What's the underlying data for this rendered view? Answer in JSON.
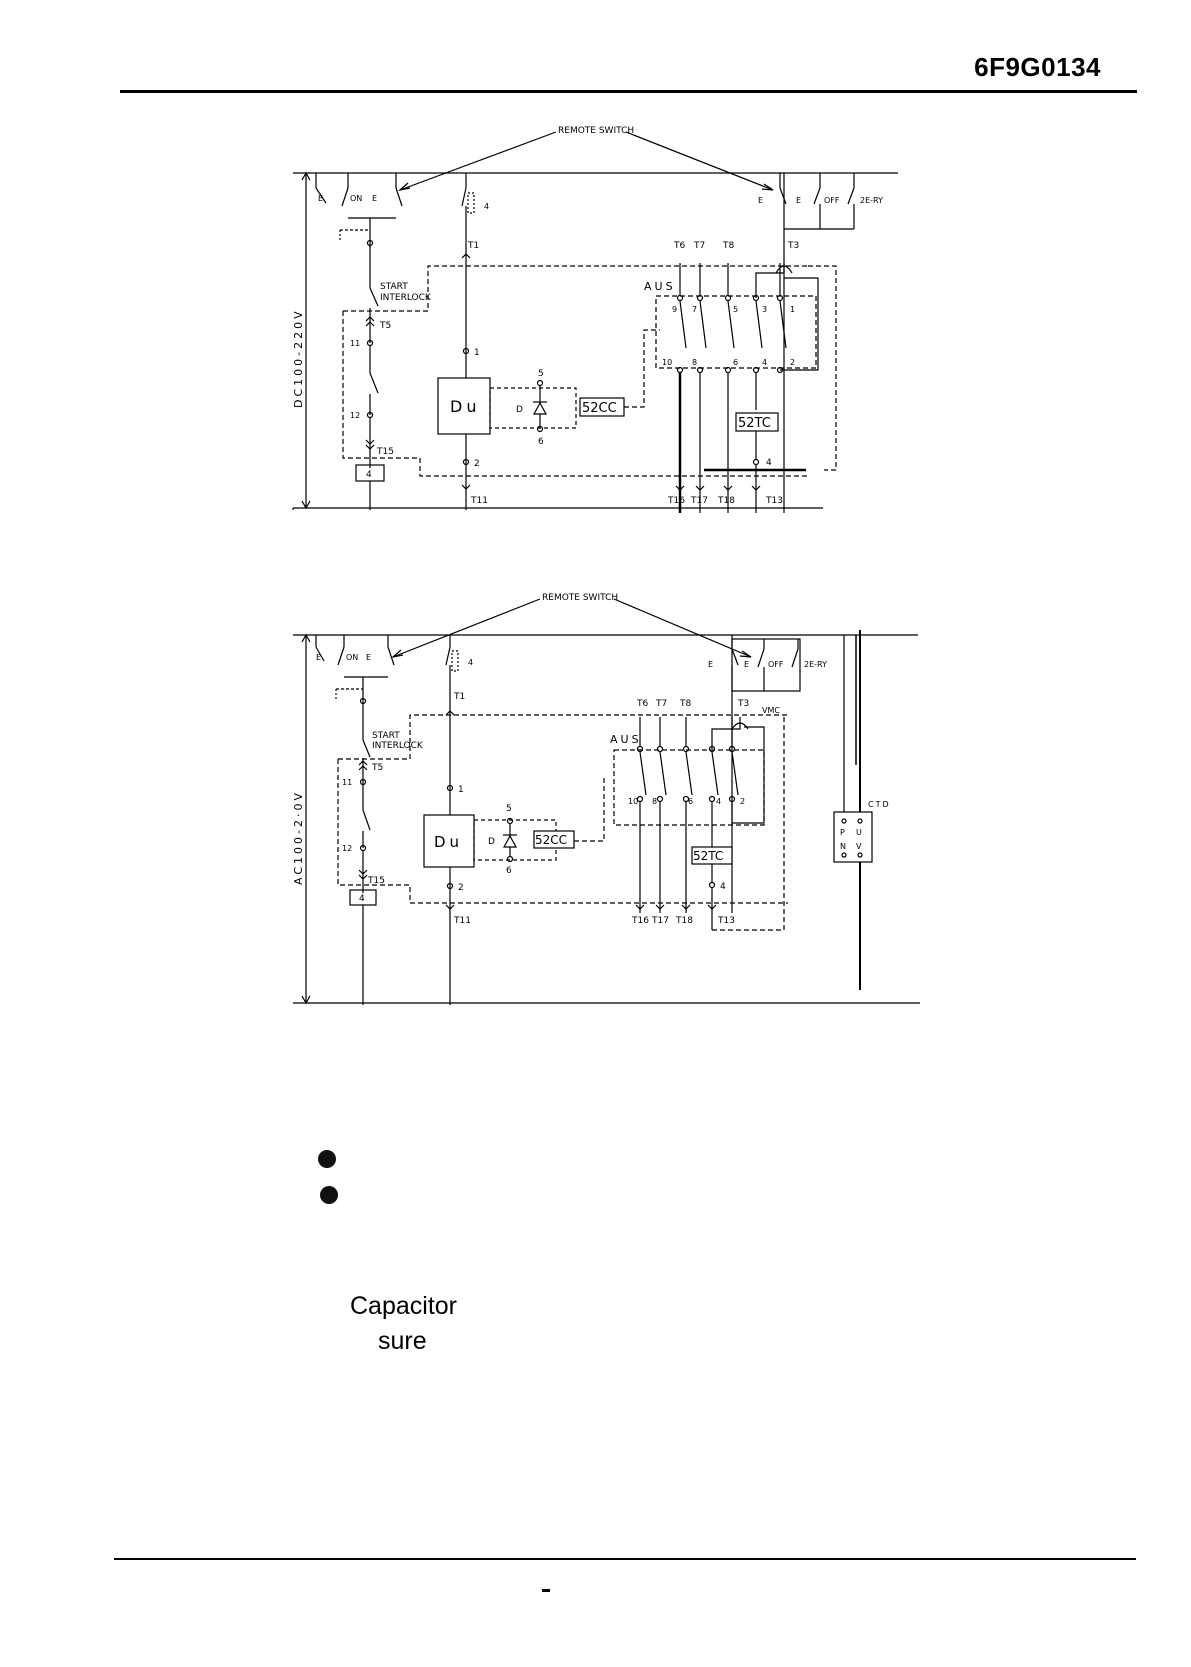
{
  "header": {
    "doc_number": "6F9G0134"
  },
  "diagram_dc": {
    "remote_switch": "REMOTE SWITCH",
    "voltage": "DC100-220V",
    "e1": "E",
    "on": "ON",
    "e2": "E",
    "e3": "E",
    "e4": "E",
    "off": "OFF",
    "ry": "2E-RY",
    "relay4": "4",
    "start": "START",
    "interlock": "INTERLOCK",
    "t1": "T1",
    "t3": "T3",
    "t5": "T5",
    "t6": "T6",
    "t7": "T7",
    "t8": "T8",
    "t11": "T11",
    "t13": "T13",
    "t15": "T15",
    "t16": "T16",
    "t17": "T17",
    "t18": "T18",
    "aus": "AUS",
    "n9": "9",
    "n7": "7",
    "n5": "5",
    "n3": "3",
    "n1": "1",
    "n10": "10",
    "n8": "8",
    "n6": "6",
    "n4": "4",
    "n2": "2",
    "n11": "11",
    "n12": "12",
    "du": "Du",
    "d": "D",
    "d5": "5",
    "d6": "6",
    "p1": "1",
    "p2": "2",
    "cc": "52CC",
    "tc": "52TC",
    "tc4": "4",
    "coil4": "4"
  },
  "diagram_ac": {
    "remote_switch": "REMOTE SWITCH",
    "voltage": "AC100-2·0V",
    "e1": "E",
    "on": "ON",
    "e2": "E",
    "e3": "E",
    "e4": "E",
    "off": "OFF",
    "ry": "2E-RY",
    "relay4": "4",
    "start": "START",
    "interlock": "INTERLOCK",
    "t1": "T1",
    "t3": "T3",
    "t5": "T5",
    "t6": "T6",
    "t7": "T7",
    "t8": "T8",
    "t11": "T11",
    "t13": "T13",
    "t15": "T15",
    "t16": "T16",
    "t17": "T17",
    "t18": "T18",
    "vmc": "VMC",
    "aus": "AUS",
    "n10": "10",
    "n8": "8",
    "n6": "6",
    "n4": "4",
    "n2": "2",
    "n11": "11",
    "n12": "12",
    "du": "Du",
    "d": "D",
    "d5": "5",
    "d6": "6",
    "p1": "1",
    "p2": "2",
    "cc": "52CC",
    "tc": "52TC",
    "tc4": "4",
    "coil4": "4",
    "ctd": "CTD",
    "ctd_p": "P",
    "ctd_u": "U",
    "ctd_n": "N",
    "ctd_v": "V"
  },
  "body": {
    "line1": "Capacitor",
    "line2": "sure"
  }
}
